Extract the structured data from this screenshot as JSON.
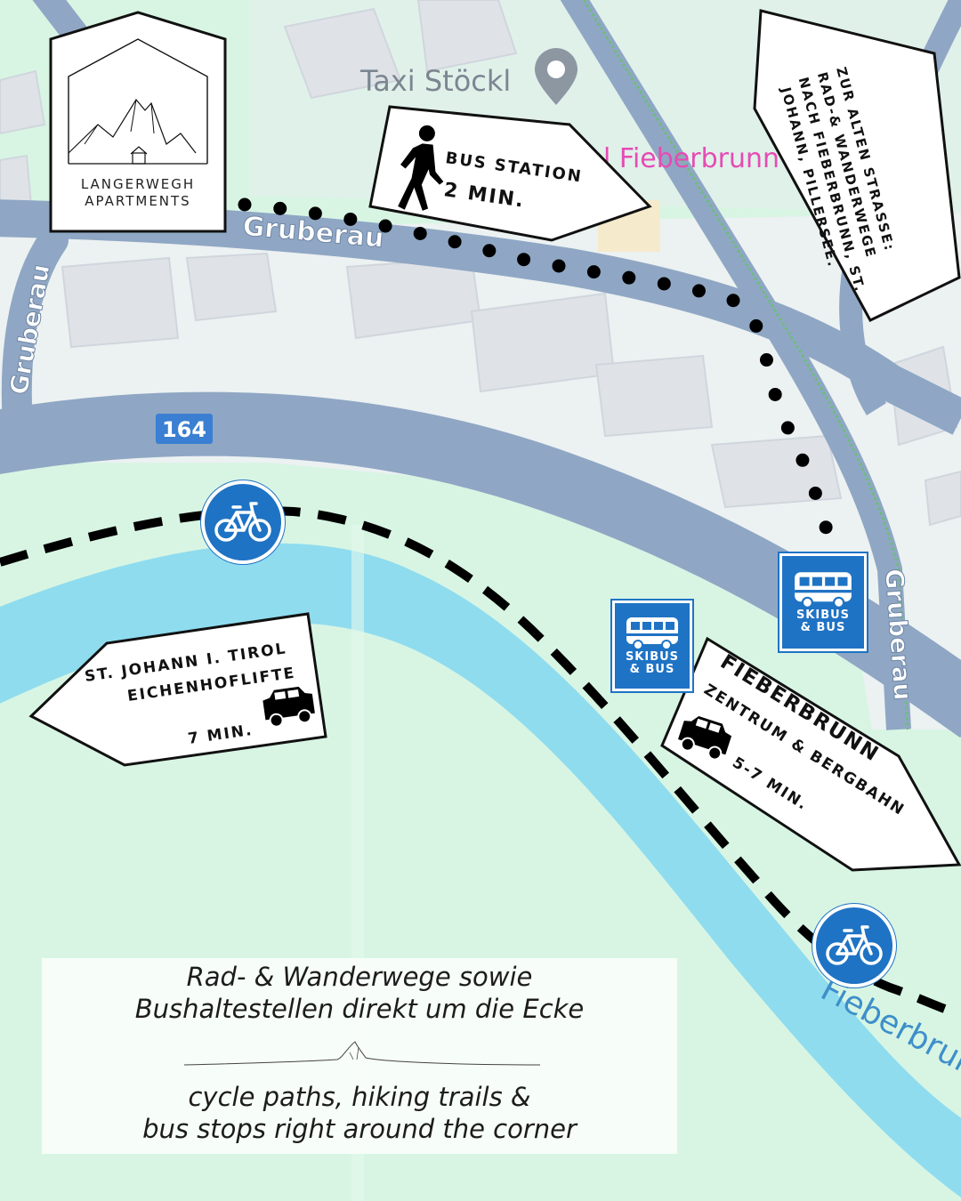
{
  "map": {
    "street_labels": [
      "Gruberau",
      "Gruberau",
      "Gruberau"
    ],
    "road_number": "164",
    "river_label": "Fieberbrunn",
    "poi_taxi": "Taxi Stöckl",
    "poi_pink": "l Fieberbrunn"
  },
  "logo": {
    "line1": "LANGERWEGH",
    "line2": "APARTMENTS"
  },
  "signs": {
    "bus_station": {
      "line1": "BUS STATION",
      "line2": "2 MIN."
    },
    "zur_alten": {
      "line1": "ZUR ALTEN STRASSE:",
      "line2": "RAD-& WANDERWEGE",
      "line3": "NACH FIEBERBRUNN, ST.",
      "line4": "JOHANN, PILLERSEE."
    },
    "st_johann": {
      "line1": "ST. JOHANN I. TIROL",
      "line2": "EICHENHOFLIFTE",
      "line3": "7 MIN."
    },
    "fieberbrunn": {
      "line1": "FIEBERBRUNN",
      "line2": "ZENTRUM & BERGBAHN",
      "line3": "5-7 MIN."
    }
  },
  "bus_stops": [
    {
      "line1": "SKIBUS",
      "line2": "& BUS"
    },
    {
      "line1": "SKIBUS",
      "line2": "& BUS"
    }
  ],
  "caption": {
    "de_line1": "Rad- & Wanderwege sowie",
    "de_line2": "Bushaltestellen direkt um die Ecke",
    "en_line1": "cycle paths, hiking trails &",
    "en_line2": "bus stops right around the corner"
  },
  "colors": {
    "background": "#d8f5e4",
    "road": "#8fa7c4",
    "river": "#8fdcef",
    "sign_blue": "#1f73c4",
    "poi_pink": "#e64bb4"
  },
  "icons": [
    "pin-icon",
    "walking-person-icon",
    "car-icon",
    "bus-icon",
    "bicycle-icon",
    "mountain-logo-icon"
  ]
}
